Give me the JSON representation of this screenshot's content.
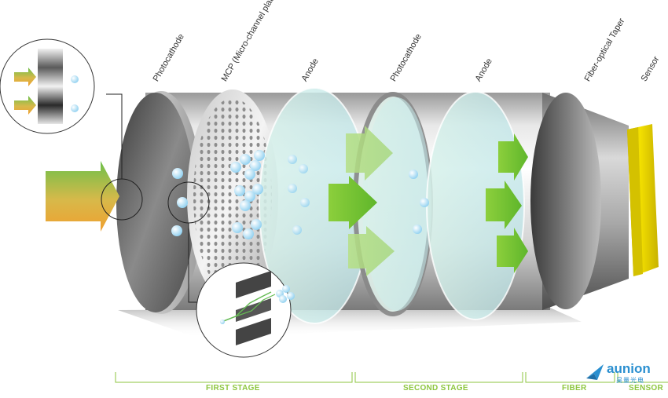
{
  "labels": {
    "photocathode_1": "Photocathode",
    "mcp": "MCP (Micro-channel plate)",
    "anode_1": "Anode",
    "photocathode_2": "Photocathode",
    "anode_2": "Anode",
    "fiber_taper": "Fiber-optical Taper",
    "sensor": "Sensor"
  },
  "stages": {
    "first": "FIRST STAGE",
    "second": "SECOND STAGE",
    "fiber": "FIBER",
    "sensor": "SENSOR"
  },
  "logo": {
    "name": "aunion",
    "subtitle": "昊量光电"
  },
  "colors": {
    "accent_green": "#8dc63f",
    "arrow_green": "#7cc23a",
    "electron_blue": "#a9dcf3",
    "sensor_yellow": "#e6d800",
    "logo_blue": "#2a8fd0"
  }
}
